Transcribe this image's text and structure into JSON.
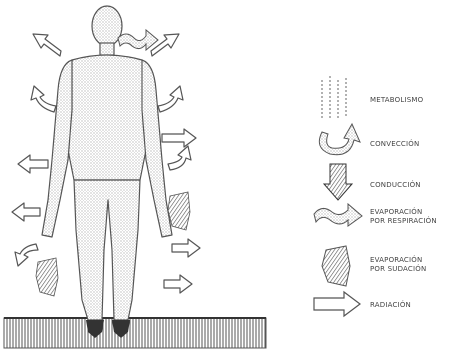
{
  "legend": [
    {
      "key": "metabolism",
      "label": "METABOLISMO",
      "icon": "metabolism-icon"
    },
    {
      "key": "convection",
      "label": "CONVECCIÓN",
      "icon": "convection-arrow-icon"
    },
    {
      "key": "conduction",
      "label": "CONDUCCIÓN",
      "icon": "conduction-arrow-icon"
    },
    {
      "key": "evap-resp",
      "label_line1": "EVAPORACIÓN",
      "label_line2": "POR RESPIRACIÓN",
      "icon": "wavy-arrow-icon"
    },
    {
      "key": "evap-sweat",
      "label_line1": "EVAPORACIÓN",
      "label_line2": "POR SUDACIÓN",
      "icon": "sweat-evaporation-icon"
    },
    {
      "key": "radiation",
      "label": "RADIACIÓN",
      "icon": "radiation-arrow-icon"
    }
  ],
  "colors": {
    "stroke": "#555555",
    "hatch": "#8a8a8a",
    "dark": "#333333",
    "ground": "#9a9a9a"
  }
}
